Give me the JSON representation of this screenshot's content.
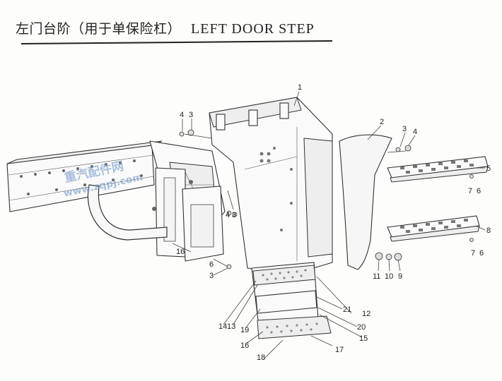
{
  "header": {
    "title_cn": "左门台阶（用于单保险杠）",
    "title_en": "LEFT DOOR STEP"
  },
  "watermark": {
    "line1": "重汽配件网",
    "line2": "www.zqpj.com",
    "color": "#6a8fc4"
  },
  "callouts": {
    "c1": "1",
    "c2": "2",
    "c3a": "3",
    "c3b": "3",
    "c3c": "3",
    "c3d": "3",
    "c4a": "4",
    "c4b": "4",
    "c4c": "4",
    "c5": "5",
    "c6a": "6",
    "c6b": "6",
    "c6c": "6",
    "c7a": "7",
    "c7b": "7",
    "c8": "8",
    "c9": "9",
    "c10": "10",
    "c11": "11",
    "c12": "12",
    "c13": "13",
    "c14": "14",
    "c15": "15",
    "c16a": "16",
    "c16b": "16",
    "c17": "17",
    "c18": "18",
    "c19": "19",
    "c20": "20",
    "c21": "21"
  }
}
